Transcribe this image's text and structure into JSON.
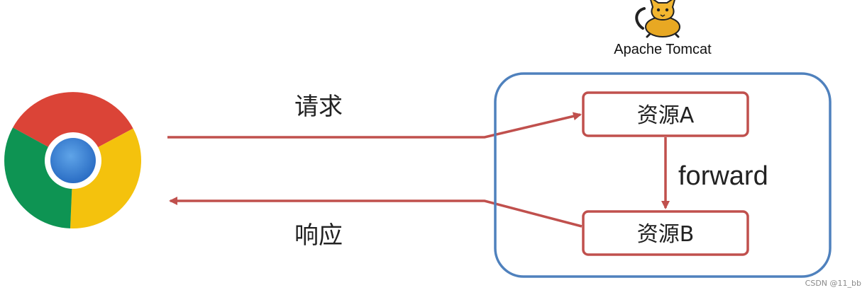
{
  "diagram": {
    "server_label": "Apache Tomcat",
    "request_label": "请求",
    "response_label": "响应",
    "resource_a": "资源A",
    "resource_b": "资源B",
    "forward_label": "forward"
  },
  "watermark": "CSDN @11_bb",
  "colors": {
    "arrow": "#c0504d",
    "server_border": "#4f81bd",
    "resource_border": "#c0504d"
  },
  "icons": {
    "browser": "chrome-icon",
    "server": "tomcat-logo-icon"
  }
}
